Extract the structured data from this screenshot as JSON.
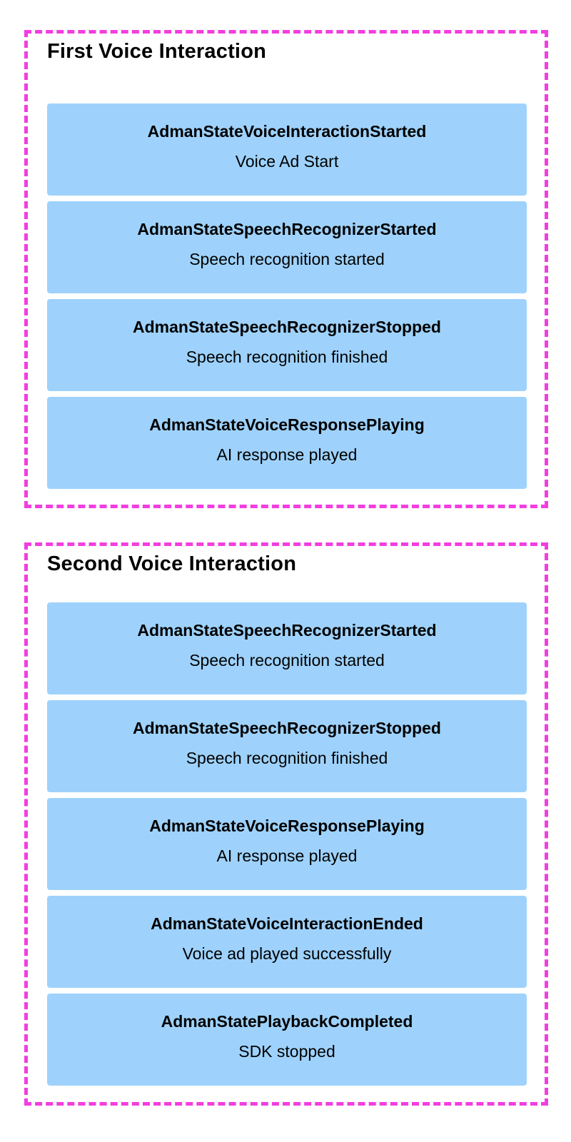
{
  "groups": [
    {
      "title": "First Voice Interaction",
      "states": [
        {
          "name": "AdmanStateVoiceInteractionStarted",
          "description": "Voice Ad Start"
        },
        {
          "name": "AdmanStateSpeechRecognizerStarted",
          "description": "Speech recognition started"
        },
        {
          "name": "AdmanStateSpeechRecognizerStopped",
          "description": "Speech recognition finished"
        },
        {
          "name": "AdmanStateVoiceResponsePlaying",
          "description": "AI response played"
        }
      ]
    },
    {
      "title": "Second Voice Interaction",
      "states": [
        {
          "name": "AdmanStateSpeechRecognizerStarted",
          "description": "Speech recognition started"
        },
        {
          "name": "AdmanStateSpeechRecognizerStopped",
          "description": "Speech recognition finished"
        },
        {
          "name": "AdmanStateVoiceResponsePlaying",
          "description": "AI response played"
        },
        {
          "name": "AdmanStateVoiceInteractionEnded",
          "description": "Voice ad played successfully"
        },
        {
          "name": "AdmanStatePlaybackCompleted",
          "description": "SDK stopped"
        }
      ]
    }
  ],
  "colors": {
    "group_border": "#f23ee0",
    "state_fill": "#9ed2fc",
    "text": "#000000"
  }
}
